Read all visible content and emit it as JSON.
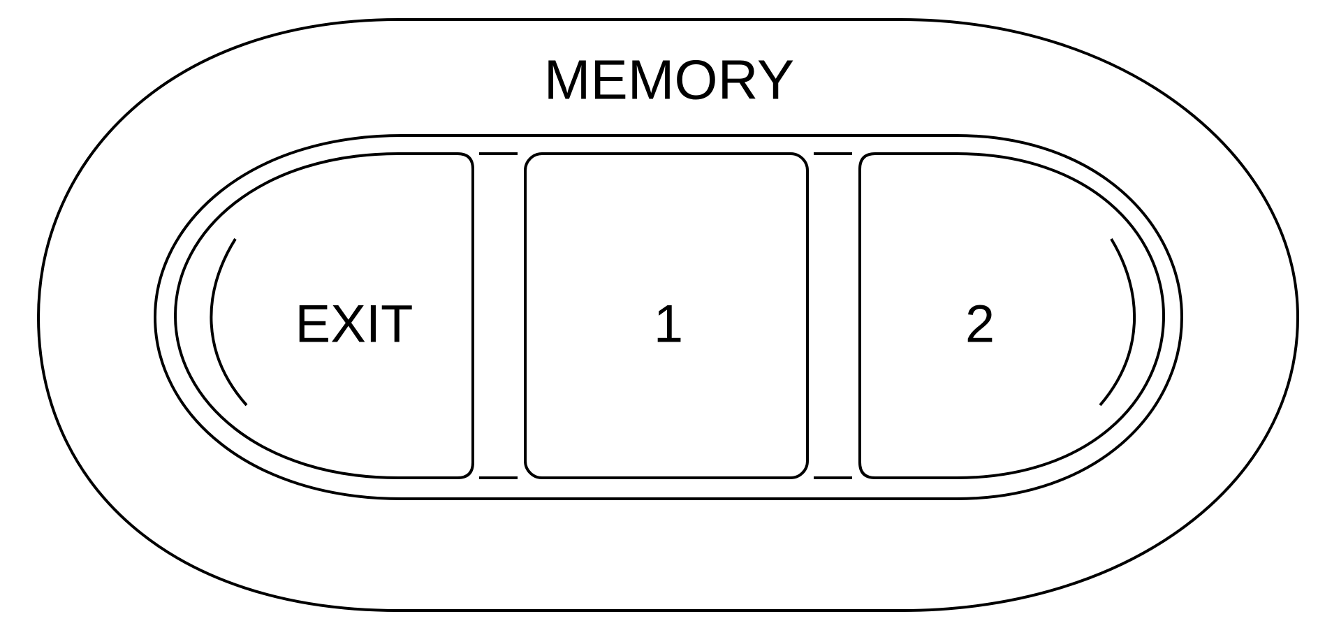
{
  "panel": {
    "title": "MEMORY",
    "buttons": [
      {
        "label": "EXIT"
      },
      {
        "label": "1"
      },
      {
        "label": "2"
      }
    ]
  }
}
